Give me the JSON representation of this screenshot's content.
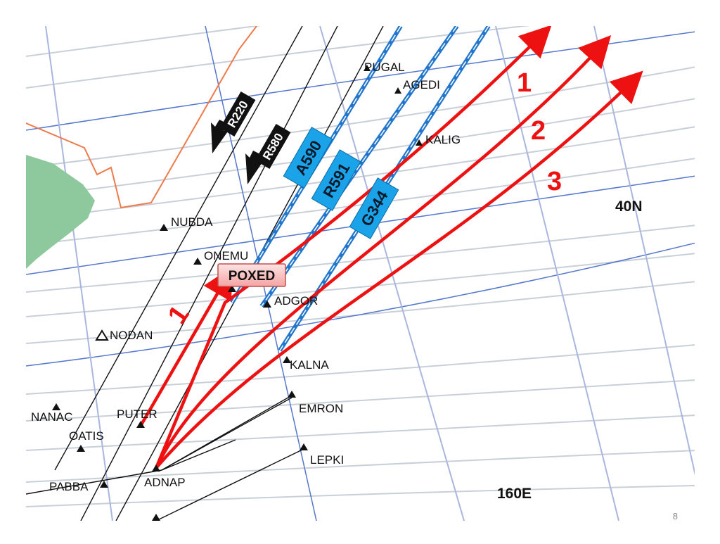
{
  "map": {
    "coord_labels": {
      "lat": "40N",
      "lon": "160E"
    },
    "waypoints": [
      "PUGAL",
      "AGEDI",
      "KALIG",
      "NUBDA",
      "ONEMU",
      "POXED",
      "ADGOR",
      "NODAN",
      "KALNA",
      "EMRON",
      "NANAC",
      "PUTER",
      "OATIS",
      "LEPKI",
      "PABBA",
      "ADNAP"
    ],
    "routes": [
      "R220",
      "R580"
    ],
    "airways": [
      "A590",
      "R591",
      "G344"
    ],
    "track_numbers": [
      "1",
      "1",
      "2",
      "3"
    ],
    "highlighted_waypoint": "POXED",
    "colors": {
      "track": "#ee1111",
      "airway": "#2277cc",
      "airway_tag": "#1aa3e8",
      "coastline": "#ef7a4a",
      "land": "#8ec99e",
      "grid_major": "#5577cc",
      "grid_minor": "#c9cfd8"
    }
  },
  "slide": {
    "page_number": "8"
  }
}
